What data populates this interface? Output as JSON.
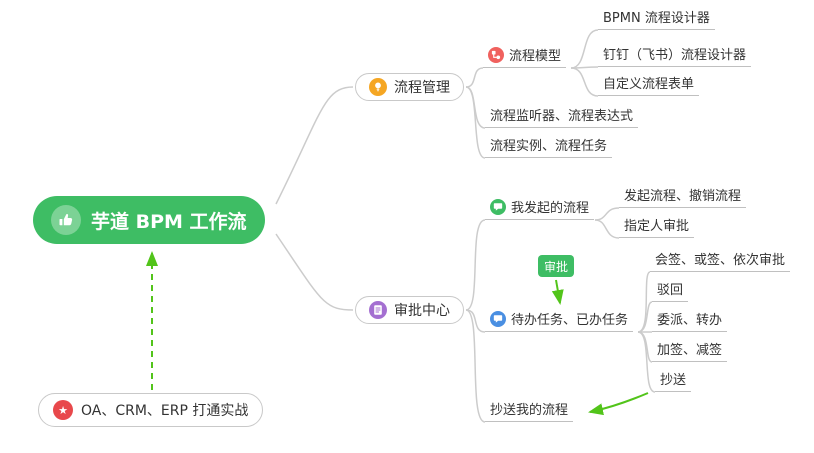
{
  "root": {
    "label": "芋道 BPM 工作流"
  },
  "process": {
    "label": "流程管理",
    "model": {
      "label": "流程模型"
    },
    "model_children": [
      "BPMN 流程设计器",
      "钉钉（飞书）流程设计器",
      "自定义流程表单"
    ],
    "listener": "流程监听器、流程表达式",
    "instance": "流程实例、流程任务"
  },
  "approval": {
    "label": "审批中心",
    "my_initiated": {
      "label": "我发起的流程"
    },
    "my_initiated_children": [
      "发起流程、撤销流程",
      "指定人审批"
    ],
    "badge": "审批",
    "todo_done": {
      "label": "待办任务、已办任务"
    },
    "todo_done_children": [
      "会签、或签、依次审批",
      "驳回",
      "委派、转办",
      "加签、减签",
      "抄送"
    ],
    "cc_my_process": "抄送我的流程"
  },
  "note": {
    "label": "OA、CRM、ERP 打通实战"
  },
  "icons": {
    "root": "thumbs-up",
    "process": "lightbulb",
    "process_model": "workflow",
    "approval": "document",
    "my_initiated": "chat-bubble",
    "todo_done": "chat-bubble",
    "note": "star"
  },
  "colors": {
    "brand_green": "#3ebd64",
    "arrow_green": "#52c41a",
    "connector_gray": "#cccccc",
    "icon_orange": "#f5a623",
    "icon_red": "#f0615e",
    "icon_blue": "#4a8fe2",
    "icon_purple": "#a46fd1",
    "icon_star_red": "#e8484b",
    "text": "#333333"
  }
}
